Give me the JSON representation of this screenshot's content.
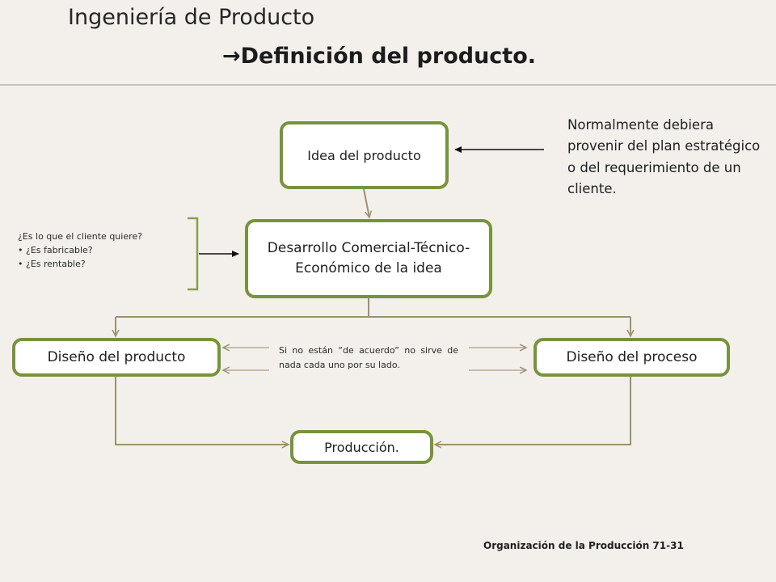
{
  "header": {
    "title": "Ingeniería de Producto",
    "subtitle": "→Definición del producto."
  },
  "nodes": {
    "idea": "Idea del producto",
    "desarrollo": "Desarrollo Comercial-Técnico-Económico de la idea",
    "diseno_producto": "Diseño del producto",
    "diseno_proceso": "Diseño del proceso",
    "produccion": "Producción."
  },
  "notes": {
    "origen": "Normalmente debiera provenir del plan estratégico o del requerimiento de un cliente.",
    "questions": [
      "¿Es lo que el cliente quiere?",
      "• ¿Es fabricable?",
      "• ¿Es rentable?"
    ],
    "acuerdo": "Si no están “de acuerdo” no sirve de nada cada uno por su lado."
  },
  "footer": "Organización de la Producción 71-31",
  "colors": {
    "box_border": "#77933c",
    "connector": "#9c9070",
    "background": "#f3f0ec"
  }
}
